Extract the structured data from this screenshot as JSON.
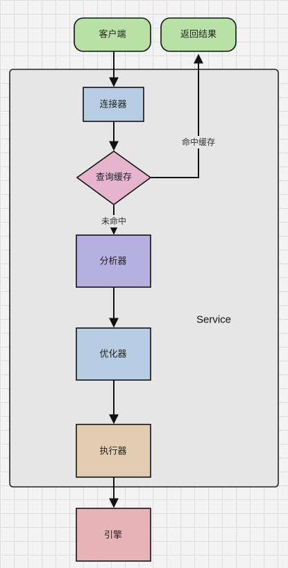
{
  "diagram": {
    "container_label": "Service",
    "nodes": {
      "client": {
        "label": "客户端",
        "shape": "rounded",
        "fill": "#b9e0a5",
        "stroke": "#111111"
      },
      "result": {
        "label": "返回结果",
        "shape": "rounded",
        "fill": "#b9e0a5",
        "stroke": "#111111"
      },
      "connector": {
        "label": "连接器",
        "shape": "rect",
        "fill": "#b7cde3",
        "stroke": "#111111"
      },
      "cache_query": {
        "label": "查询缓存",
        "shape": "diamond",
        "fill": "#e6b4cf",
        "stroke": "#111111"
      },
      "analyzer": {
        "label": "分析器",
        "shape": "rect",
        "fill": "#b6b0e0",
        "stroke": "#111111"
      },
      "optimizer": {
        "label": "优化器",
        "shape": "rect",
        "fill": "#b7cde3",
        "stroke": "#111111"
      },
      "executor": {
        "label": "执行器",
        "shape": "rect",
        "fill": "#e3cdb1",
        "stroke": "#111111"
      },
      "engine": {
        "label": "引擎",
        "shape": "rect",
        "fill": "#e6b3b6",
        "stroke": "#111111"
      }
    },
    "edges": {
      "hit_label": "命中缓存",
      "miss_label": "未命中"
    },
    "container_fill": "#e6e6e6",
    "container_stroke": "#222222"
  }
}
